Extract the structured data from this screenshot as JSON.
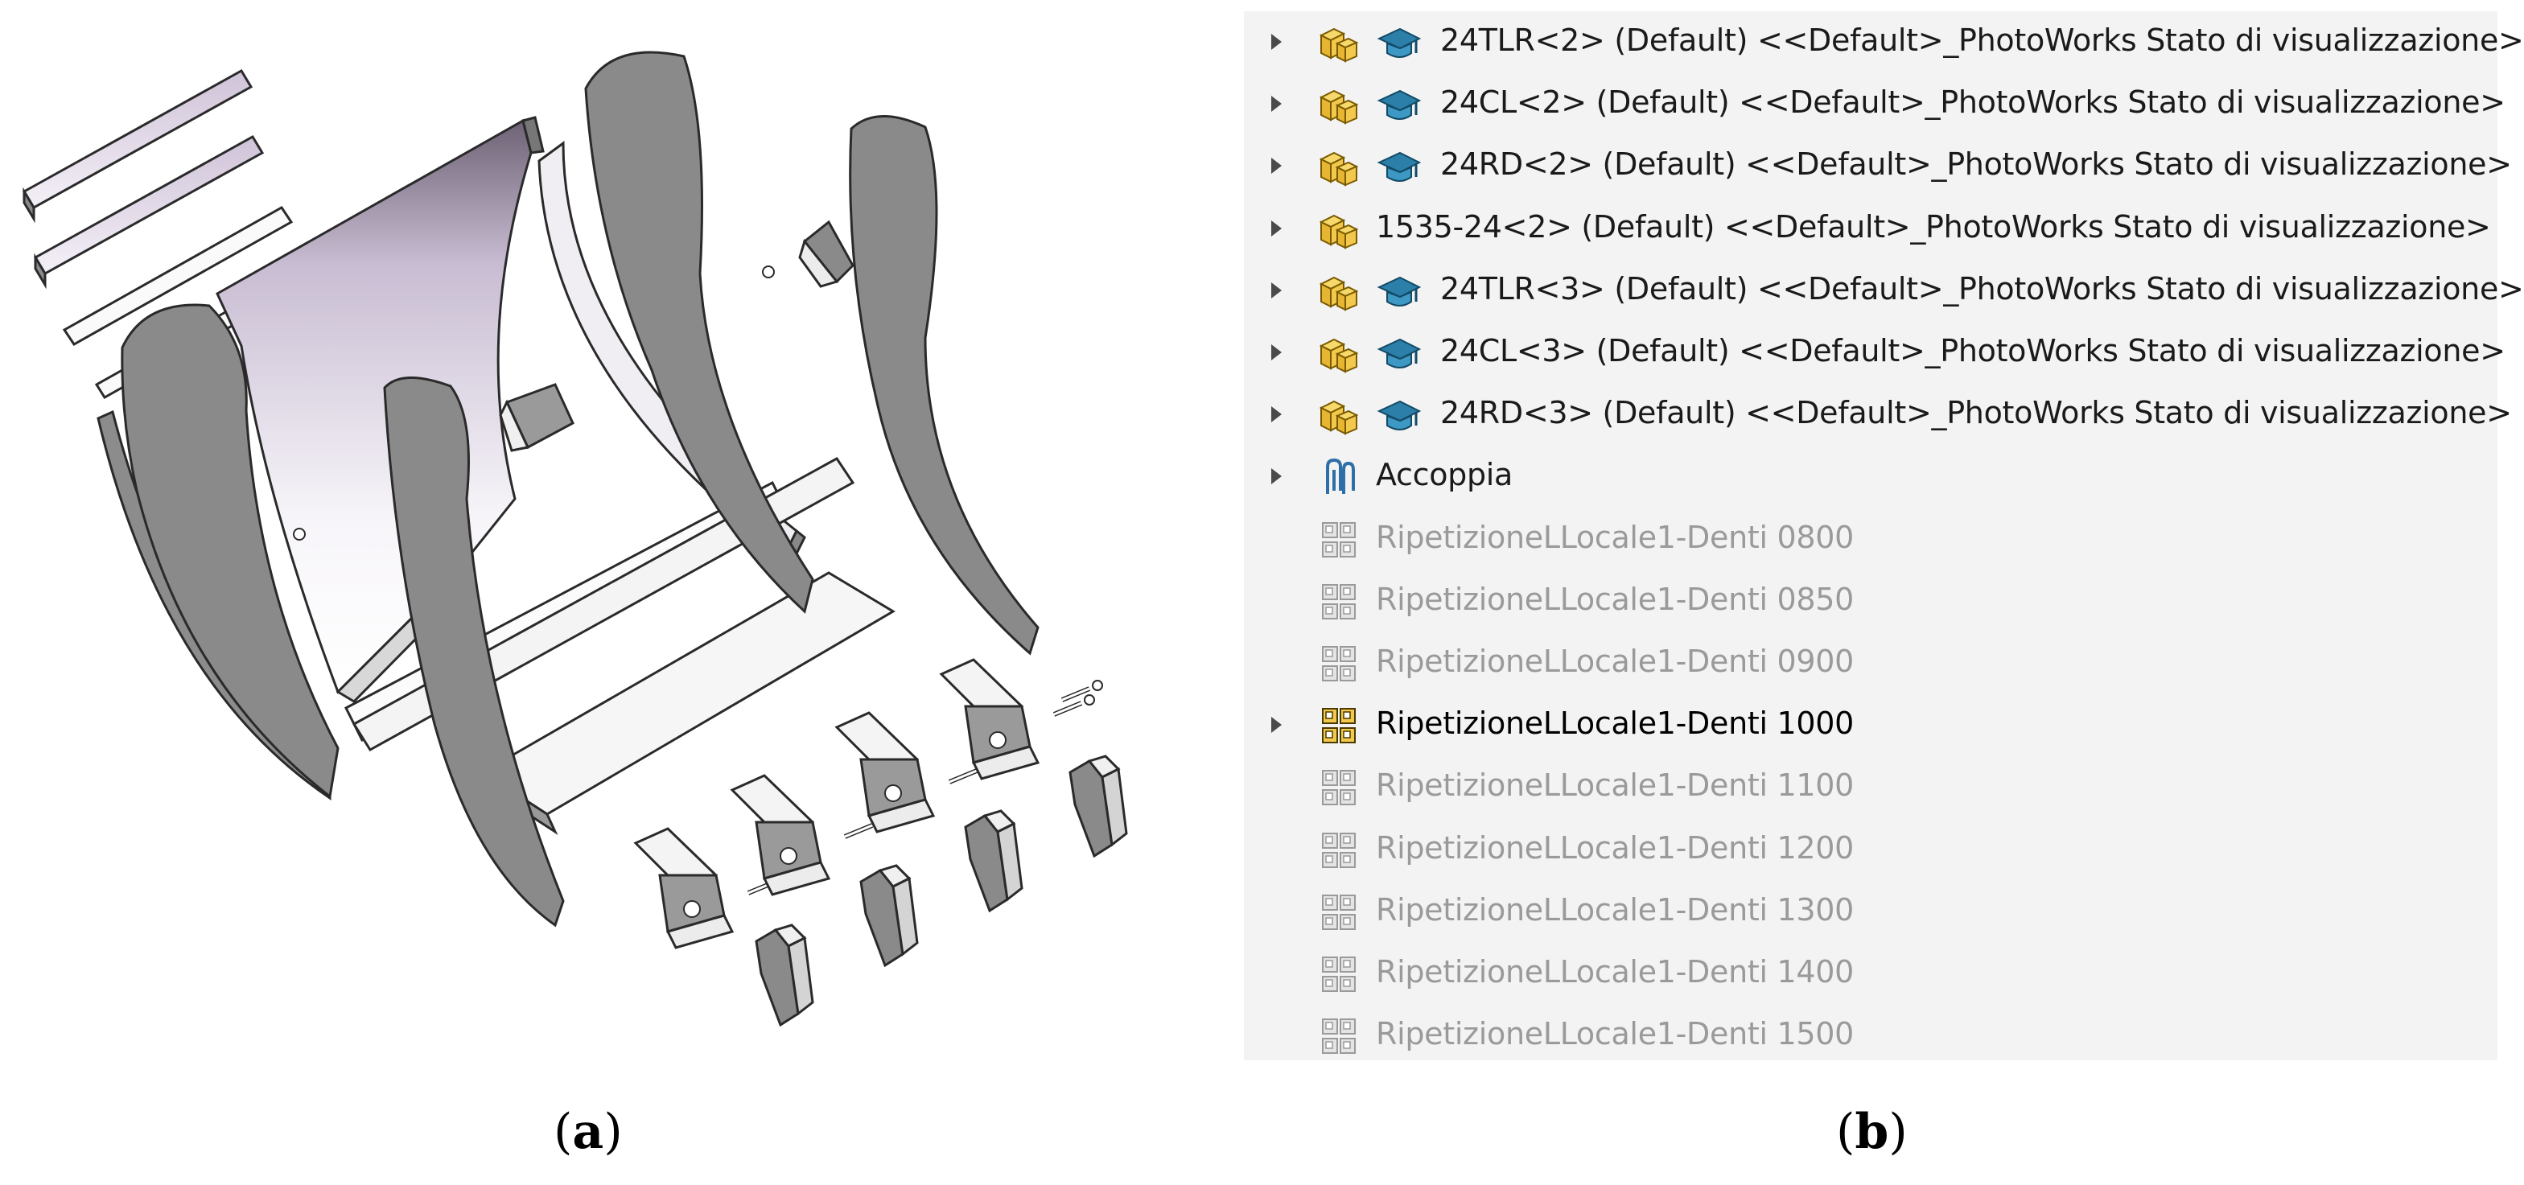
{
  "captions": {
    "a_open": "(",
    "a_letter": "a",
    "a_close": ")",
    "b_open": "(",
    "b_letter": "b",
    "b_close": ")"
  },
  "colors": {
    "panel_fill": "#888888",
    "panel_stroke": "#2a2a2a",
    "lavender": "#ddd3e3",
    "tree_bg": "#f3f3f3",
    "assembly_yellow": "#f2c94c",
    "cap_teal": "#2b7fa8",
    "suppressed_text": "#9a9a9a"
  },
  "feature_tree": {
    "rows": [
      {
        "label": "24TLR<2> (Default) <<Default>_PhotoWorks Stato di visualizzazione>",
        "icon": "assembly-icon",
        "badge": "graduation-cap-icon",
        "expandable": true,
        "state": "normal"
      },
      {
        "label": "24CL<2> (Default) <<Default>_PhotoWorks Stato di visualizzazione>",
        "icon": "assembly-icon",
        "badge": "graduation-cap-icon",
        "expandable": true,
        "state": "normal"
      },
      {
        "label": "24RD<2> (Default) <<Default>_PhotoWorks Stato di visualizzazione>",
        "icon": "assembly-icon",
        "badge": "graduation-cap-icon",
        "expandable": true,
        "state": "normal"
      },
      {
        "label": "1535-24<2> (Default) <<Default>_PhotoWorks Stato di visualizzazione>",
        "icon": "assembly-icon",
        "badge": "",
        "expandable": true,
        "state": "normal"
      },
      {
        "label": "24TLR<3> (Default) <<Default>_PhotoWorks Stato di visualizzazione>",
        "icon": "assembly-icon",
        "badge": "graduation-cap-icon",
        "expandable": true,
        "state": "normal"
      },
      {
        "label": "24CL<3> (Default) <<Default>_PhotoWorks Stato di visualizzazione>",
        "icon": "assembly-icon",
        "badge": "graduation-cap-icon",
        "expandable": true,
        "state": "normal"
      },
      {
        "label": "24RD<3> (Default) <<Default>_PhotoWorks Stato di visualizzazione>",
        "icon": "assembly-icon",
        "badge": "graduation-cap-icon",
        "expandable": true,
        "state": "normal"
      },
      {
        "label": "Accoppia",
        "icon": "mates-icon",
        "badge": "",
        "expandable": true,
        "state": "normal"
      },
      {
        "label": "RipetizioneLLocale1-Denti 0800",
        "icon": "pattern-icon",
        "badge": "",
        "expandable": false,
        "state": "suppressed"
      },
      {
        "label": "RipetizioneLLocale1-Denti 0850",
        "icon": "pattern-icon",
        "badge": "",
        "expandable": false,
        "state": "suppressed"
      },
      {
        "label": "RipetizioneLLocale1-Denti 0900",
        "icon": "pattern-icon",
        "badge": "",
        "expandable": false,
        "state": "suppressed"
      },
      {
        "label": "RipetizioneLLocale1-Denti 1000",
        "icon": "pattern-icon",
        "badge": "",
        "expandable": true,
        "state": "active"
      },
      {
        "label": "RipetizioneLLocale1-Denti 1100",
        "icon": "pattern-icon",
        "badge": "",
        "expandable": false,
        "state": "suppressed"
      },
      {
        "label": "RipetizioneLLocale1-Denti 1200",
        "icon": "pattern-icon",
        "badge": "",
        "expandable": false,
        "state": "suppressed"
      },
      {
        "label": "RipetizioneLLocale1-Denti 1300",
        "icon": "pattern-icon",
        "badge": "",
        "expandable": false,
        "state": "suppressed"
      },
      {
        "label": "RipetizioneLLocale1-Denti 1400",
        "icon": "pattern-icon",
        "badge": "",
        "expandable": false,
        "state": "suppressed"
      },
      {
        "label": "RipetizioneLLocale1-Denti 1500",
        "icon": "pattern-icon",
        "badge": "",
        "expandable": false,
        "state": "suppressed"
      }
    ]
  }
}
